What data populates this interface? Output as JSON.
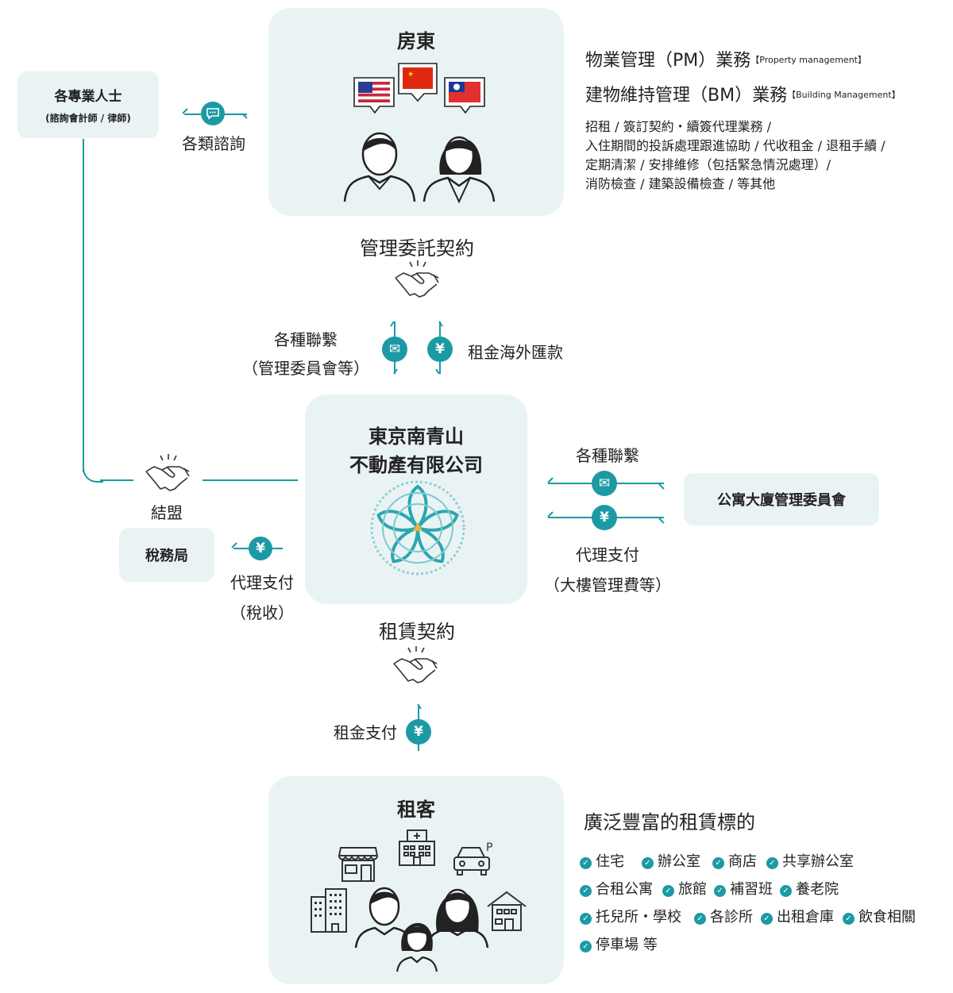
{
  "landlord": {
    "title": "房東"
  },
  "professionals": {
    "title": "各專業人士",
    "subtitle": "(諮詢會計師 / 律師)"
  },
  "consultation": {
    "label": "各類諮詢"
  },
  "services": {
    "pm": "物業管理（PM）業務",
    "pm_tag": "【Property management】",
    "bm": "建物維持管理（BM）業務",
    "bm_tag": "【Building Management】",
    "lines": [
      "招租 / 簽訂契約・續簽代理業務 /",
      "入住期間的投訴處理跟進協助 / 代收租金 / 退租手續 /",
      "定期清潔 / 安排維修（包括緊急情況處理）/",
      "消防檢查 / 建築設備檢查 / 等其他"
    ]
  },
  "contract_mgmt": {
    "label": "管理委託契約"
  },
  "contacts_upper": {
    "label1": "各種聯繫",
    "label2": "（管理委員會等）"
  },
  "remittance": {
    "label": "租金海外匯款"
  },
  "company": {
    "line1": "東京南青山",
    "line2": "不動產有限公司"
  },
  "alliance": {
    "label": "結盟"
  },
  "tax": {
    "title": "稅務局",
    "label1": "代理支付",
    "label2": "（稅收）"
  },
  "contacts_right": {
    "label": "各種聯繫"
  },
  "building_committee": {
    "title": "公寓大廈管理委員會"
  },
  "proxy_payment": {
    "label1": "代理支付",
    "label2": "（大樓管理費等）"
  },
  "lease": {
    "label": "租賃契約"
  },
  "rent_payment": {
    "label": "租金支付"
  },
  "tenant": {
    "title": "租客"
  },
  "rentals": {
    "title": "廣泛豐富的租賃標的",
    "rows": [
      [
        "住宅",
        "辦公室",
        "商店",
        "共享辦公室"
      ],
      [
        "合租公寓",
        "旅館",
        "補習班",
        "養老院"
      ],
      [
        "托兒所・學校",
        "各診所",
        "出租倉庫",
        "飲食相關"
      ],
      [
        "停車場 等"
      ]
    ]
  },
  "icons": {
    "yen": "¥",
    "mail": "✉"
  },
  "colors": {
    "accent": "#1c9aa4",
    "box": "#eaf3f4"
  }
}
